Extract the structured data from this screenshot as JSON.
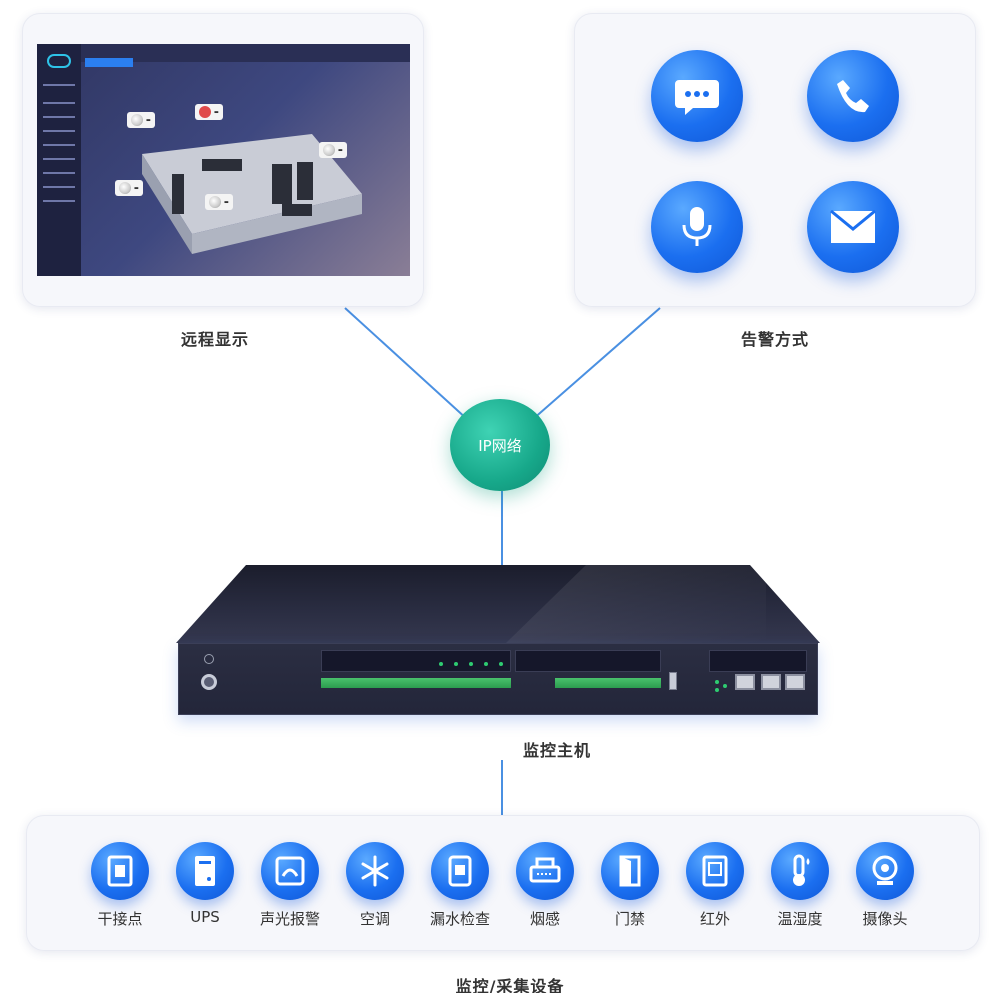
{
  "nodes": {
    "remote_display": "远程显示",
    "alert_methods": "告警方式",
    "ip_network": "IP网络",
    "monitor_host": "监控主机",
    "monitor_devices": "监控/采集设备"
  },
  "alert_icons": [
    "chat-icon",
    "phone-icon",
    "microphone-icon",
    "mail-icon"
  ],
  "devices": [
    {
      "label": "干接点",
      "icon": "dry-contact-icon"
    },
    {
      "label": "UPS",
      "icon": "ups-icon"
    },
    {
      "label": "声光报警",
      "icon": "alarm-icon"
    },
    {
      "label": "空调",
      "icon": "snowflake-icon"
    },
    {
      "label": "漏水检查",
      "icon": "water-leak-icon"
    },
    {
      "label": "烟感",
      "icon": "smoke-detector-icon"
    },
    {
      "label": "门禁",
      "icon": "door-icon"
    },
    {
      "label": "红外",
      "icon": "infrared-icon"
    },
    {
      "label": "温湿度",
      "icon": "thermometer-icon"
    },
    {
      "label": "摄像头",
      "icon": "camera-icon"
    }
  ],
  "colors": {
    "accent_blue": "#1b6ff0",
    "ip_green": "#17a88a",
    "line_blue": "#4a90e2"
  }
}
